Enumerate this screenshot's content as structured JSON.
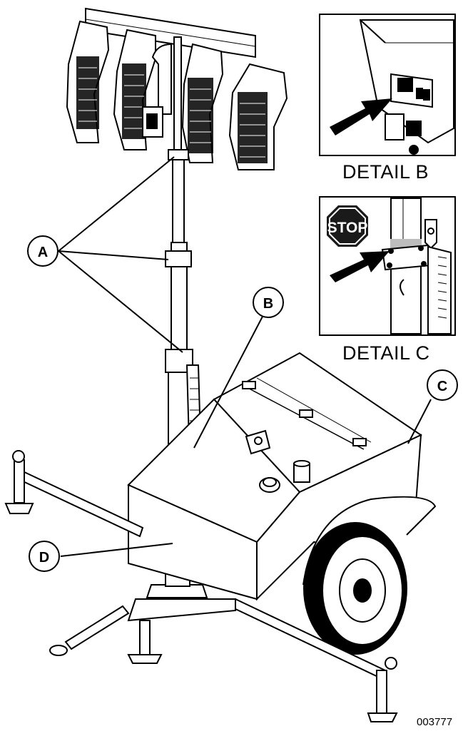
{
  "callouts": {
    "a": "A",
    "b": "B",
    "c": "C",
    "d": "D"
  },
  "details": {
    "b_caption": "DETAIL B",
    "c_caption": "DETAIL C",
    "stop_sign_text": "STOP"
  },
  "figure_number": "003777",
  "colors": {
    "line": "#000000",
    "background": "#ffffff",
    "stop_sign": "#1a1a1a",
    "highlight_band": "#bdbdbd"
  }
}
